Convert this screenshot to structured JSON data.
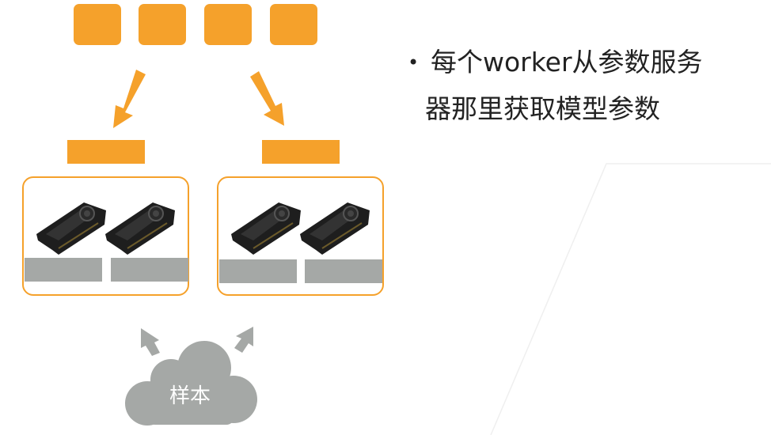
{
  "slide": {
    "bullet_symbol": "•",
    "bullet_line1": "每个worker从参数服务",
    "bullet_line2": "器那里获取模型参数",
    "cloud_label": "样本"
  },
  "colors": {
    "accent": "#f5a12b",
    "gray": "#a5a8a6",
    "gpu": "#1e1e1e"
  },
  "icons": [
    "parameter-server-block",
    "arrow-down-icon",
    "gpu-card-icon",
    "cloud-icon",
    "arrow-up-icon"
  ]
}
